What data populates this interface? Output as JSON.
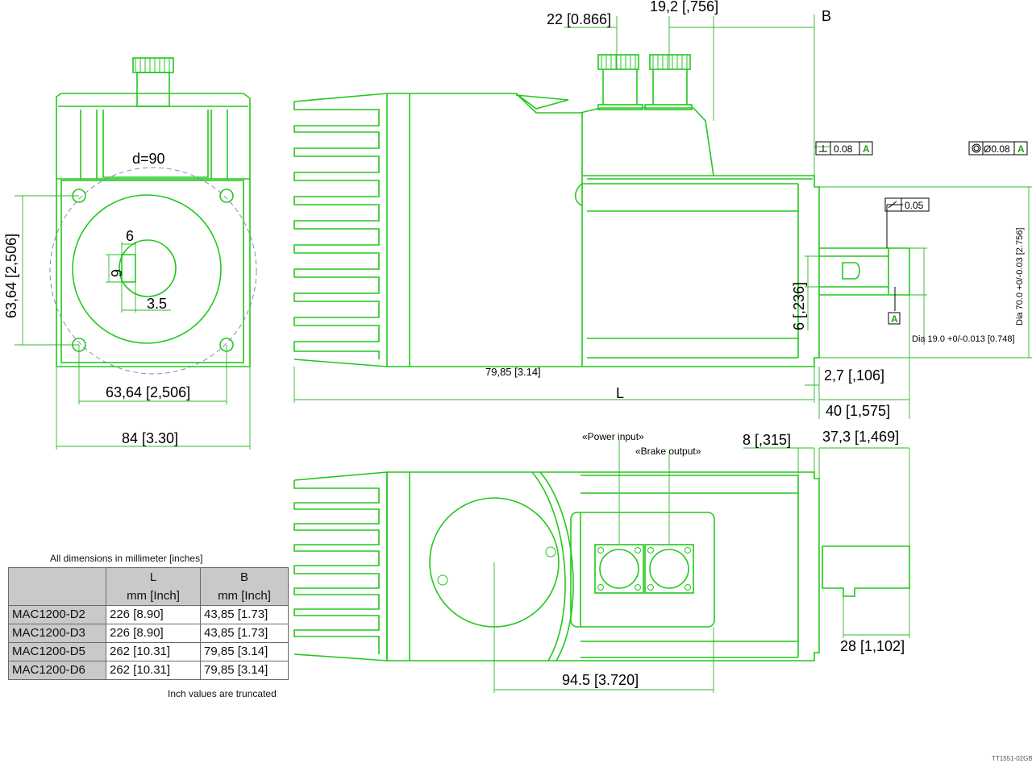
{
  "labels": {
    "d90": "d=90",
    "six_top": "6",
    "six_rot": "6",
    "three_five": "3.5",
    "left_vertical": "63,64 [2,506]",
    "bottom_inner": "63,64 [2,506]",
    "overall_width": "84 [3.30]",
    "top_22": "22 [0.866]",
    "top_19": "19,2 [,756]",
    "top_b": "B",
    "perp_tol": "0.08",
    "perp_datum": "A",
    "conc_tol": "Ø0.08",
    "conc_datum": "A",
    "runout_tol": "0.05",
    "datum_a": "A",
    "dia70": "Dia 70.0 +0/-0.03 [2.756]",
    "dia19": "Dia 19.0 +0/-0.013 [0.748]",
    "key6": "6 [,236]",
    "len_7985": "79,85 [3.14]",
    "len_l": "L",
    "dim_27": "2,7 [,106]",
    "dim_40": "40 [1,575]",
    "power_input": "«Power input»",
    "brake_output": "«Brake output»",
    "dim_8": "8 [,315]",
    "dim_373": "37,3 [1,469]",
    "dim_28": "28 [1,102]",
    "dim_945": "94.5 [3.720]",
    "doc_code": "TT1551-02GB"
  },
  "table": {
    "caption": "All dimensions in millimeter [inches]",
    "col_l": "L",
    "col_b": "B",
    "unit_l": "mm [Inch]",
    "unit_b": "mm [Inch]",
    "rows": [
      {
        "model": "MAC1200-D2",
        "l": "226 [8.90]",
        "b": "43,85 [1.73]"
      },
      {
        "model": "MAC1200-D3",
        "l": "226 [8.90]",
        "b": "43,85 [1.73]"
      },
      {
        "model": "MAC1200-D5",
        "l": "262 [10.31]",
        "b": "79,85 [3.14]"
      },
      {
        "model": "MAC1200-D6",
        "l": "262 [10.31]",
        "b": "79,85 [3.14]"
      }
    ],
    "footnote": "Inch values are truncated"
  },
  "colors": {
    "outline": "#22c81c",
    "dimension": "#2fb82a",
    "bolt_circle": "#8a85c8",
    "table_header": "#c9c9c9"
  }
}
